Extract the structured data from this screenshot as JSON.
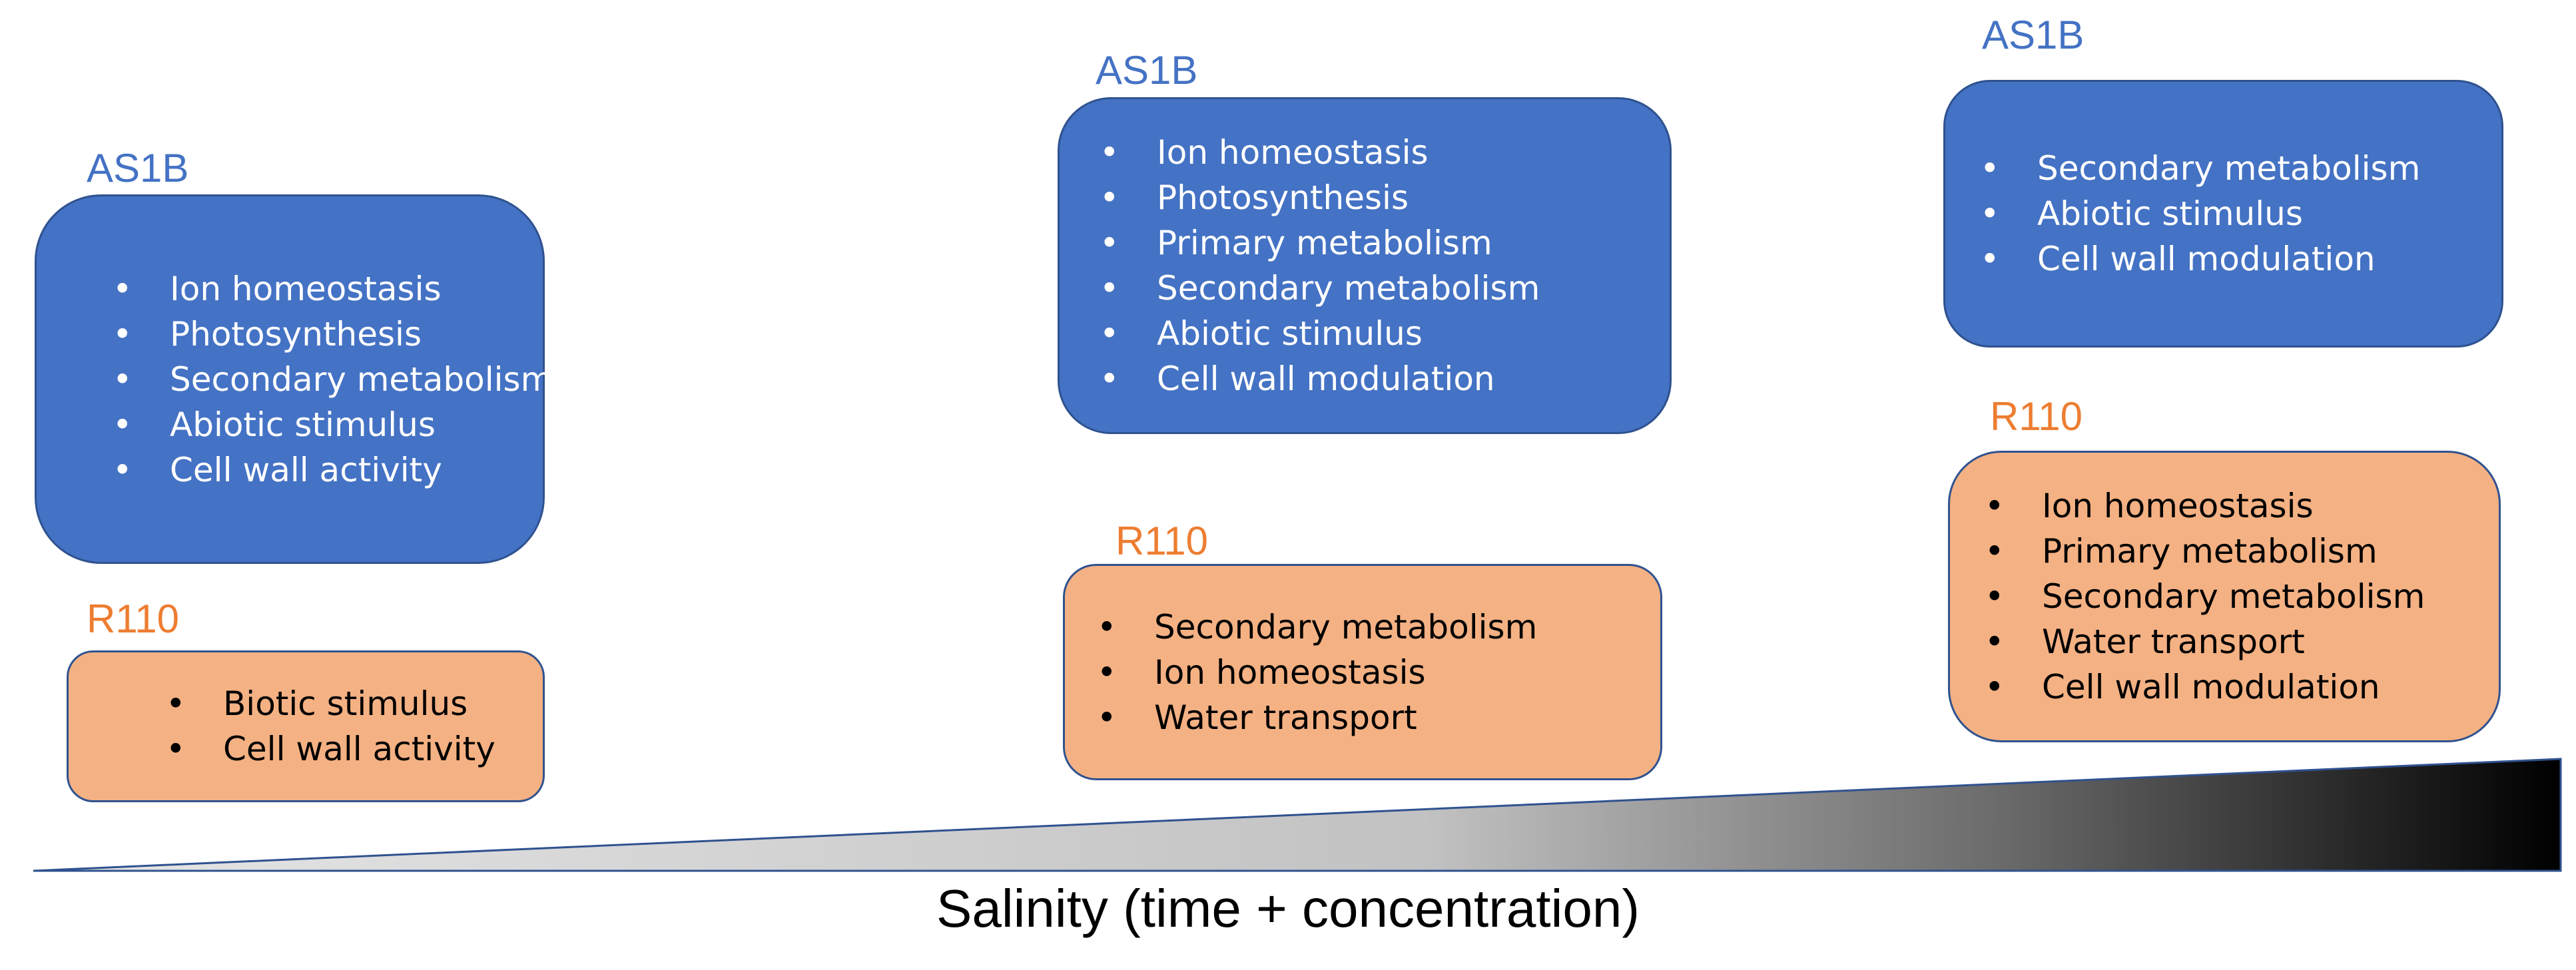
{
  "panels": [
    {
      "as1b": {
        "label": "AS1B",
        "items": [
          "Ion homeostasis",
          "Photosynthesis",
          "Secondary metabolism",
          "Abiotic stimulus",
          "Cell wall activity"
        ]
      },
      "r110": {
        "label": "R110",
        "items": [
          "Biotic stimulus",
          "Cell wall activity"
        ]
      }
    },
    {
      "as1b": {
        "label": "AS1B",
        "items": [
          "Ion homeostasis",
          "Photosynthesis",
          "Primary metabolism",
          "Secondary metabolism",
          "Abiotic stimulus",
          "Cell wall modulation"
        ]
      },
      "r110": {
        "label": "R110",
        "items": [
          "Secondary metabolism",
          "Ion homeostasis",
          "Water transport"
        ]
      }
    },
    {
      "as1b": {
        "label": "AS1B",
        "items": [
          "Secondary metabolism",
          "Abiotic stimulus",
          "Cell wall modulation"
        ]
      },
      "r110": {
        "label": "R110",
        "items": [
          "Ion homeostasis",
          "Primary metabolism",
          "Secondary metabolism",
          "Water transport",
          "Cell wall modulation"
        ]
      }
    }
  ],
  "axis": {
    "title": "Salinity (time + concentration)"
  },
  "colors": {
    "as1b_fill": "#4472c4",
    "r110_fill": "#f4b183",
    "as1b_label": "#4472c4",
    "r110_label": "#ed7d31",
    "box_border": "#2f528f",
    "ramp_start": "#e6e6e6",
    "ramp_end": "#000000"
  }
}
